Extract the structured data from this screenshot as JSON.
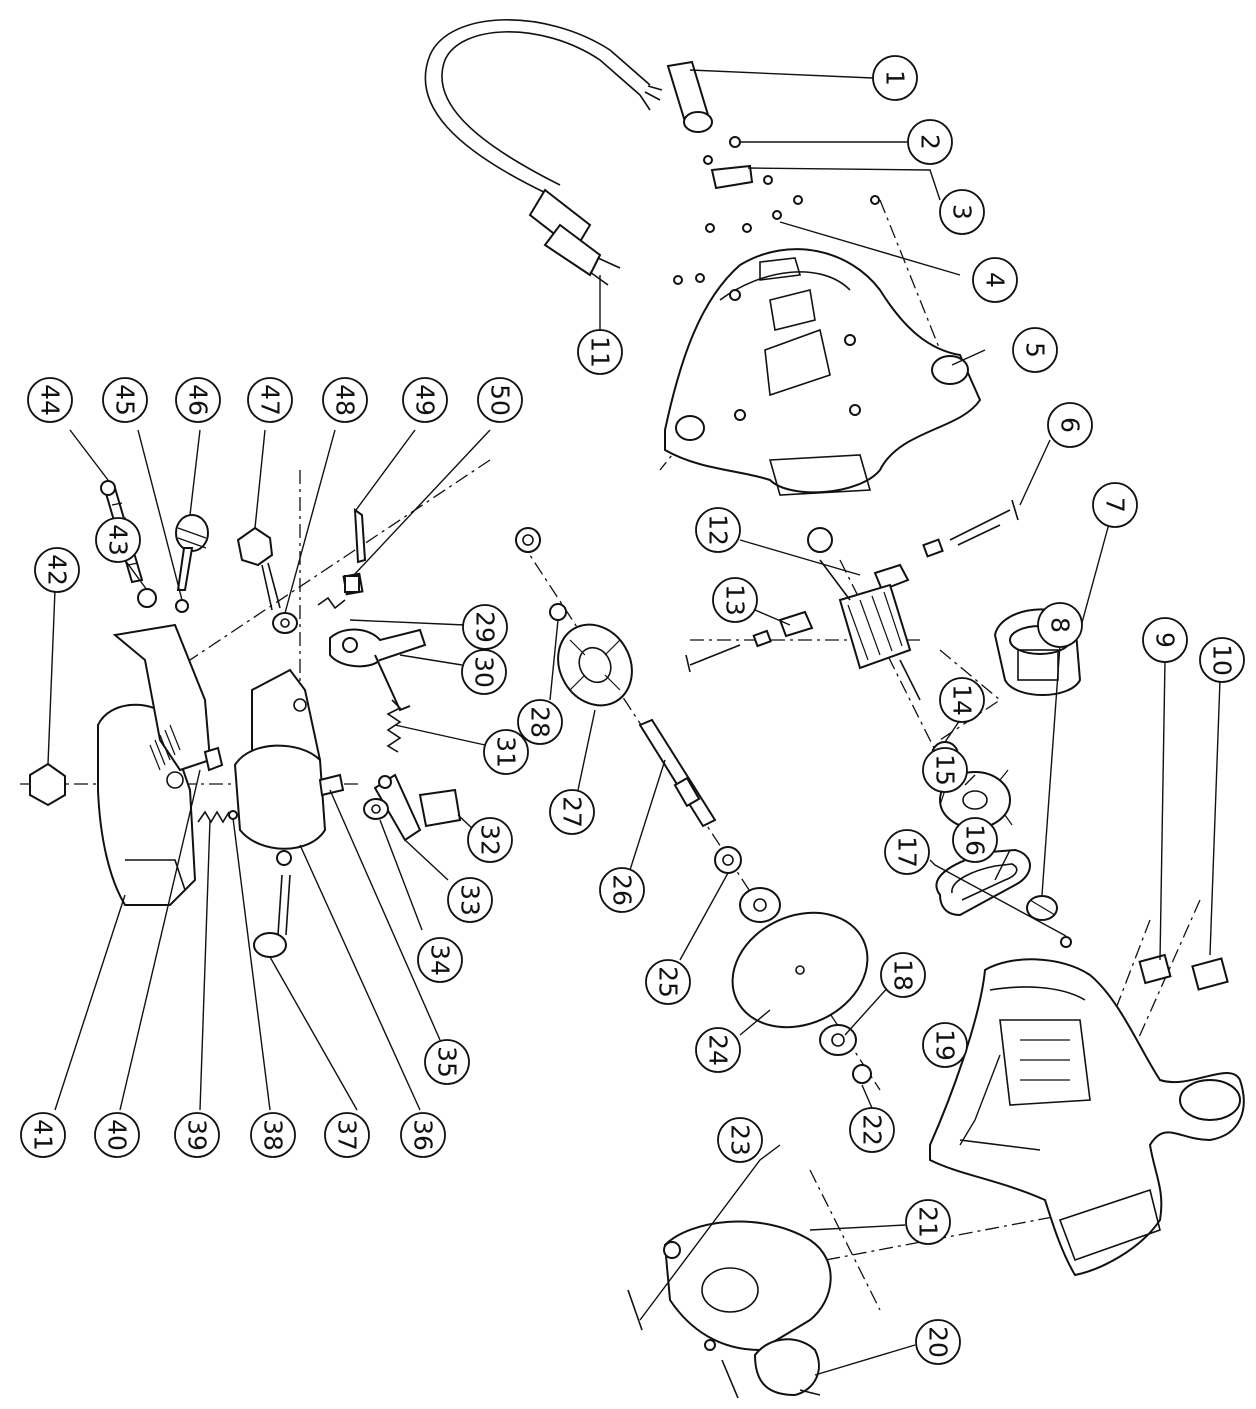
{
  "callouts": {
    "c1": "1",
    "c2": "2",
    "c3": "3",
    "c4": "4",
    "c5": "5",
    "c6": "6",
    "c7": "7",
    "c8": "8",
    "c9": "9",
    "c10": "10",
    "c11": "11",
    "c12": "12",
    "c13": "13",
    "c14": "14",
    "c15": "15",
    "c16": "16",
    "c17": "17",
    "c18": "18",
    "c19": "19",
    "c20": "20",
    "c21": "21",
    "c22": "22",
    "c23": "23",
    "c24": "24",
    "c25": "25",
    "c26": "26",
    "c27": "27",
    "c28": "28",
    "c29": "29",
    "c30": "30",
    "c31": "31",
    "c32": "32",
    "c33": "33",
    "c34": "34",
    "c35": "35",
    "c36": "36",
    "c37": "37",
    "c38": "38",
    "c39": "39",
    "c40": "40",
    "c41": "41",
    "c42": "42",
    "c43": "43",
    "c44": "44",
    "c45": "45",
    "c46": "46",
    "c47": "47",
    "c48": "48",
    "c49": "49",
    "c50": "50"
  }
}
